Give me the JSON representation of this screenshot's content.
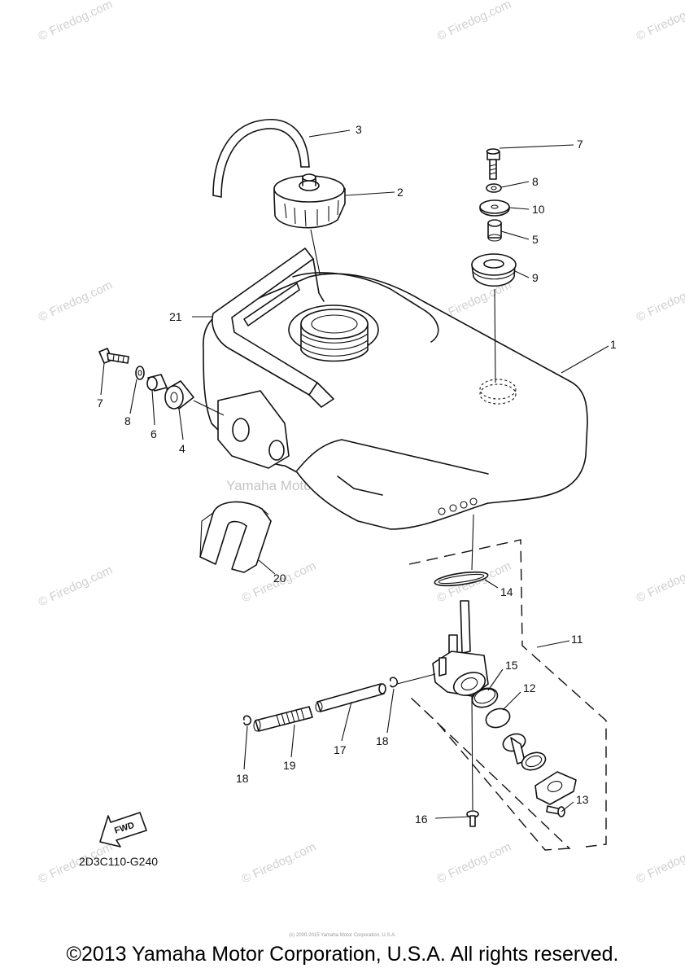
{
  "diagram": {
    "code": "2D3C110-G240",
    "fwd_label": "FWD",
    "callouts": [
      "1",
      "2",
      "3",
      "4",
      "5",
      "6",
      "7",
      "7",
      "8",
      "8",
      "9",
      "10",
      "11",
      "12",
      "13",
      "14",
      "15",
      "16",
      "17",
      "18",
      "18",
      "19",
      "20",
      "21"
    ]
  },
  "watermarks": {
    "site": "© Firedog.com",
    "manufacturer": "Yamaha Motor Corp. U.S.A."
  },
  "footer": {
    "copyright": "©2013 Yamaha Motor Corporation, U.S.A. All rights reserved.",
    "fineprint": "(c) 2000-2015 Yamaha Motor Corporation, U.S.A."
  }
}
